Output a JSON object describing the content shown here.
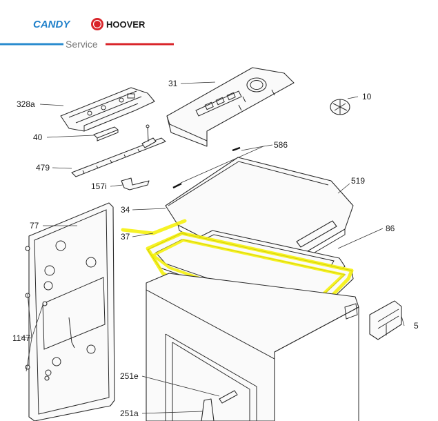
{
  "header": {
    "brand_candy": "CANDY",
    "brand_hoover": "HOOVER",
    "service_label": "Service",
    "colors": {
      "candy": "#1e7fc9",
      "hoover_red": "#d9252a",
      "service_line_blue": "#2a8ccf"
    }
  },
  "diagram": {
    "highlight_color": "#f4f000",
    "callouts": [
      "328a",
      "40",
      "479",
      "31",
      "10",
      "586",
      "157i",
      "519",
      "34",
      "77",
      "37",
      "86",
      "1147",
      "5",
      "251e",
      "251a"
    ]
  }
}
